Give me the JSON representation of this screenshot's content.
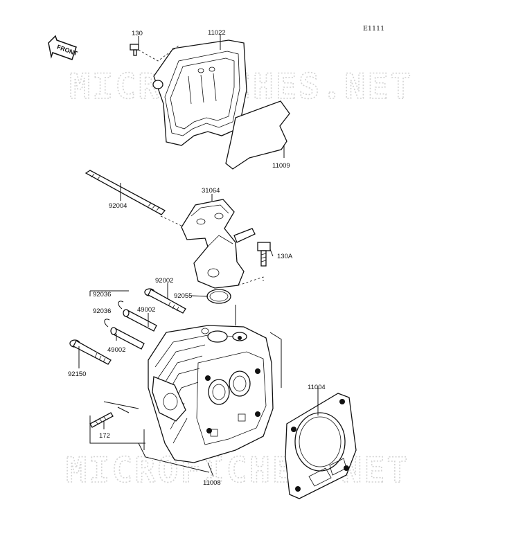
{
  "diagram": {
    "reference_code": "E1111",
    "front_arrow_label": "FRONT",
    "watermark_text": "MICROFICHES.NET",
    "part_labels": {
      "p130": "130",
      "p11022": "11022",
      "p11009": "11009",
      "p31064": "31064",
      "p92004": "92004",
      "p130a": "130A",
      "p92002": "92002",
      "p92036_a": "92036",
      "p92055": "92055",
      "p92036_b": "92036",
      "p49002_a": "49002",
      "p49002_b": "49002",
      "p92150": "92150",
      "p11004": "11004",
      "p172": "172",
      "p11008": "11008"
    },
    "colors": {
      "ink": "#111111",
      "watermark": "#d2d2d2",
      "paper": "#ffffff"
    }
  }
}
